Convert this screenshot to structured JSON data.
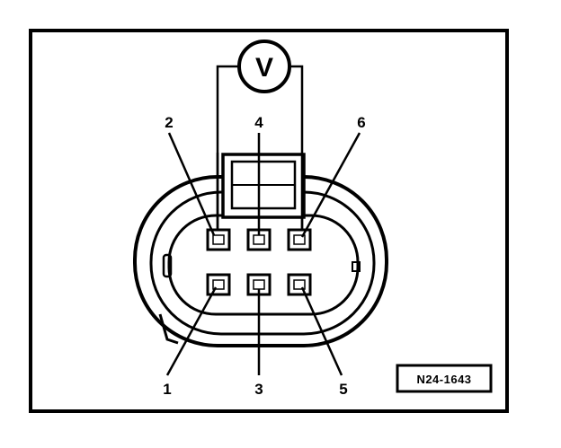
{
  "meter": {
    "symbol": "V",
    "icon": "voltmeter-icon"
  },
  "pins": [
    {
      "number": "2"
    },
    {
      "number": "4"
    },
    {
      "number": "6"
    },
    {
      "number": "1"
    },
    {
      "number": "3"
    },
    {
      "number": "5"
    }
  ],
  "reference_code": "N24-1643",
  "colors": {
    "ink": "#000000",
    "paper": "#ffffff"
  }
}
